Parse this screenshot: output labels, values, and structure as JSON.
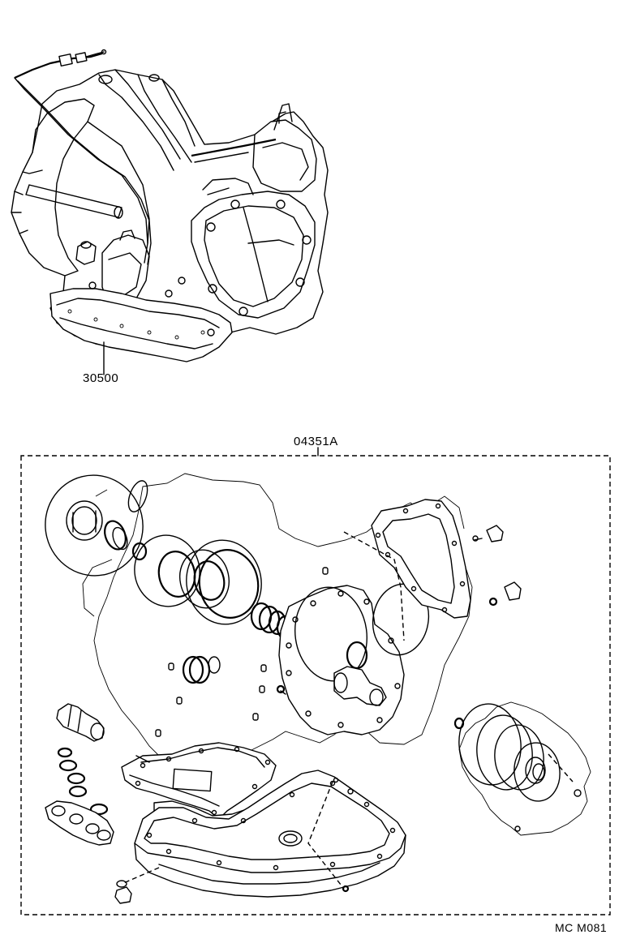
{
  "labels": {
    "transaxle_part": "30500",
    "overhaul_kit_part": "04351A",
    "diagram_code": "MC M081"
  }
}
